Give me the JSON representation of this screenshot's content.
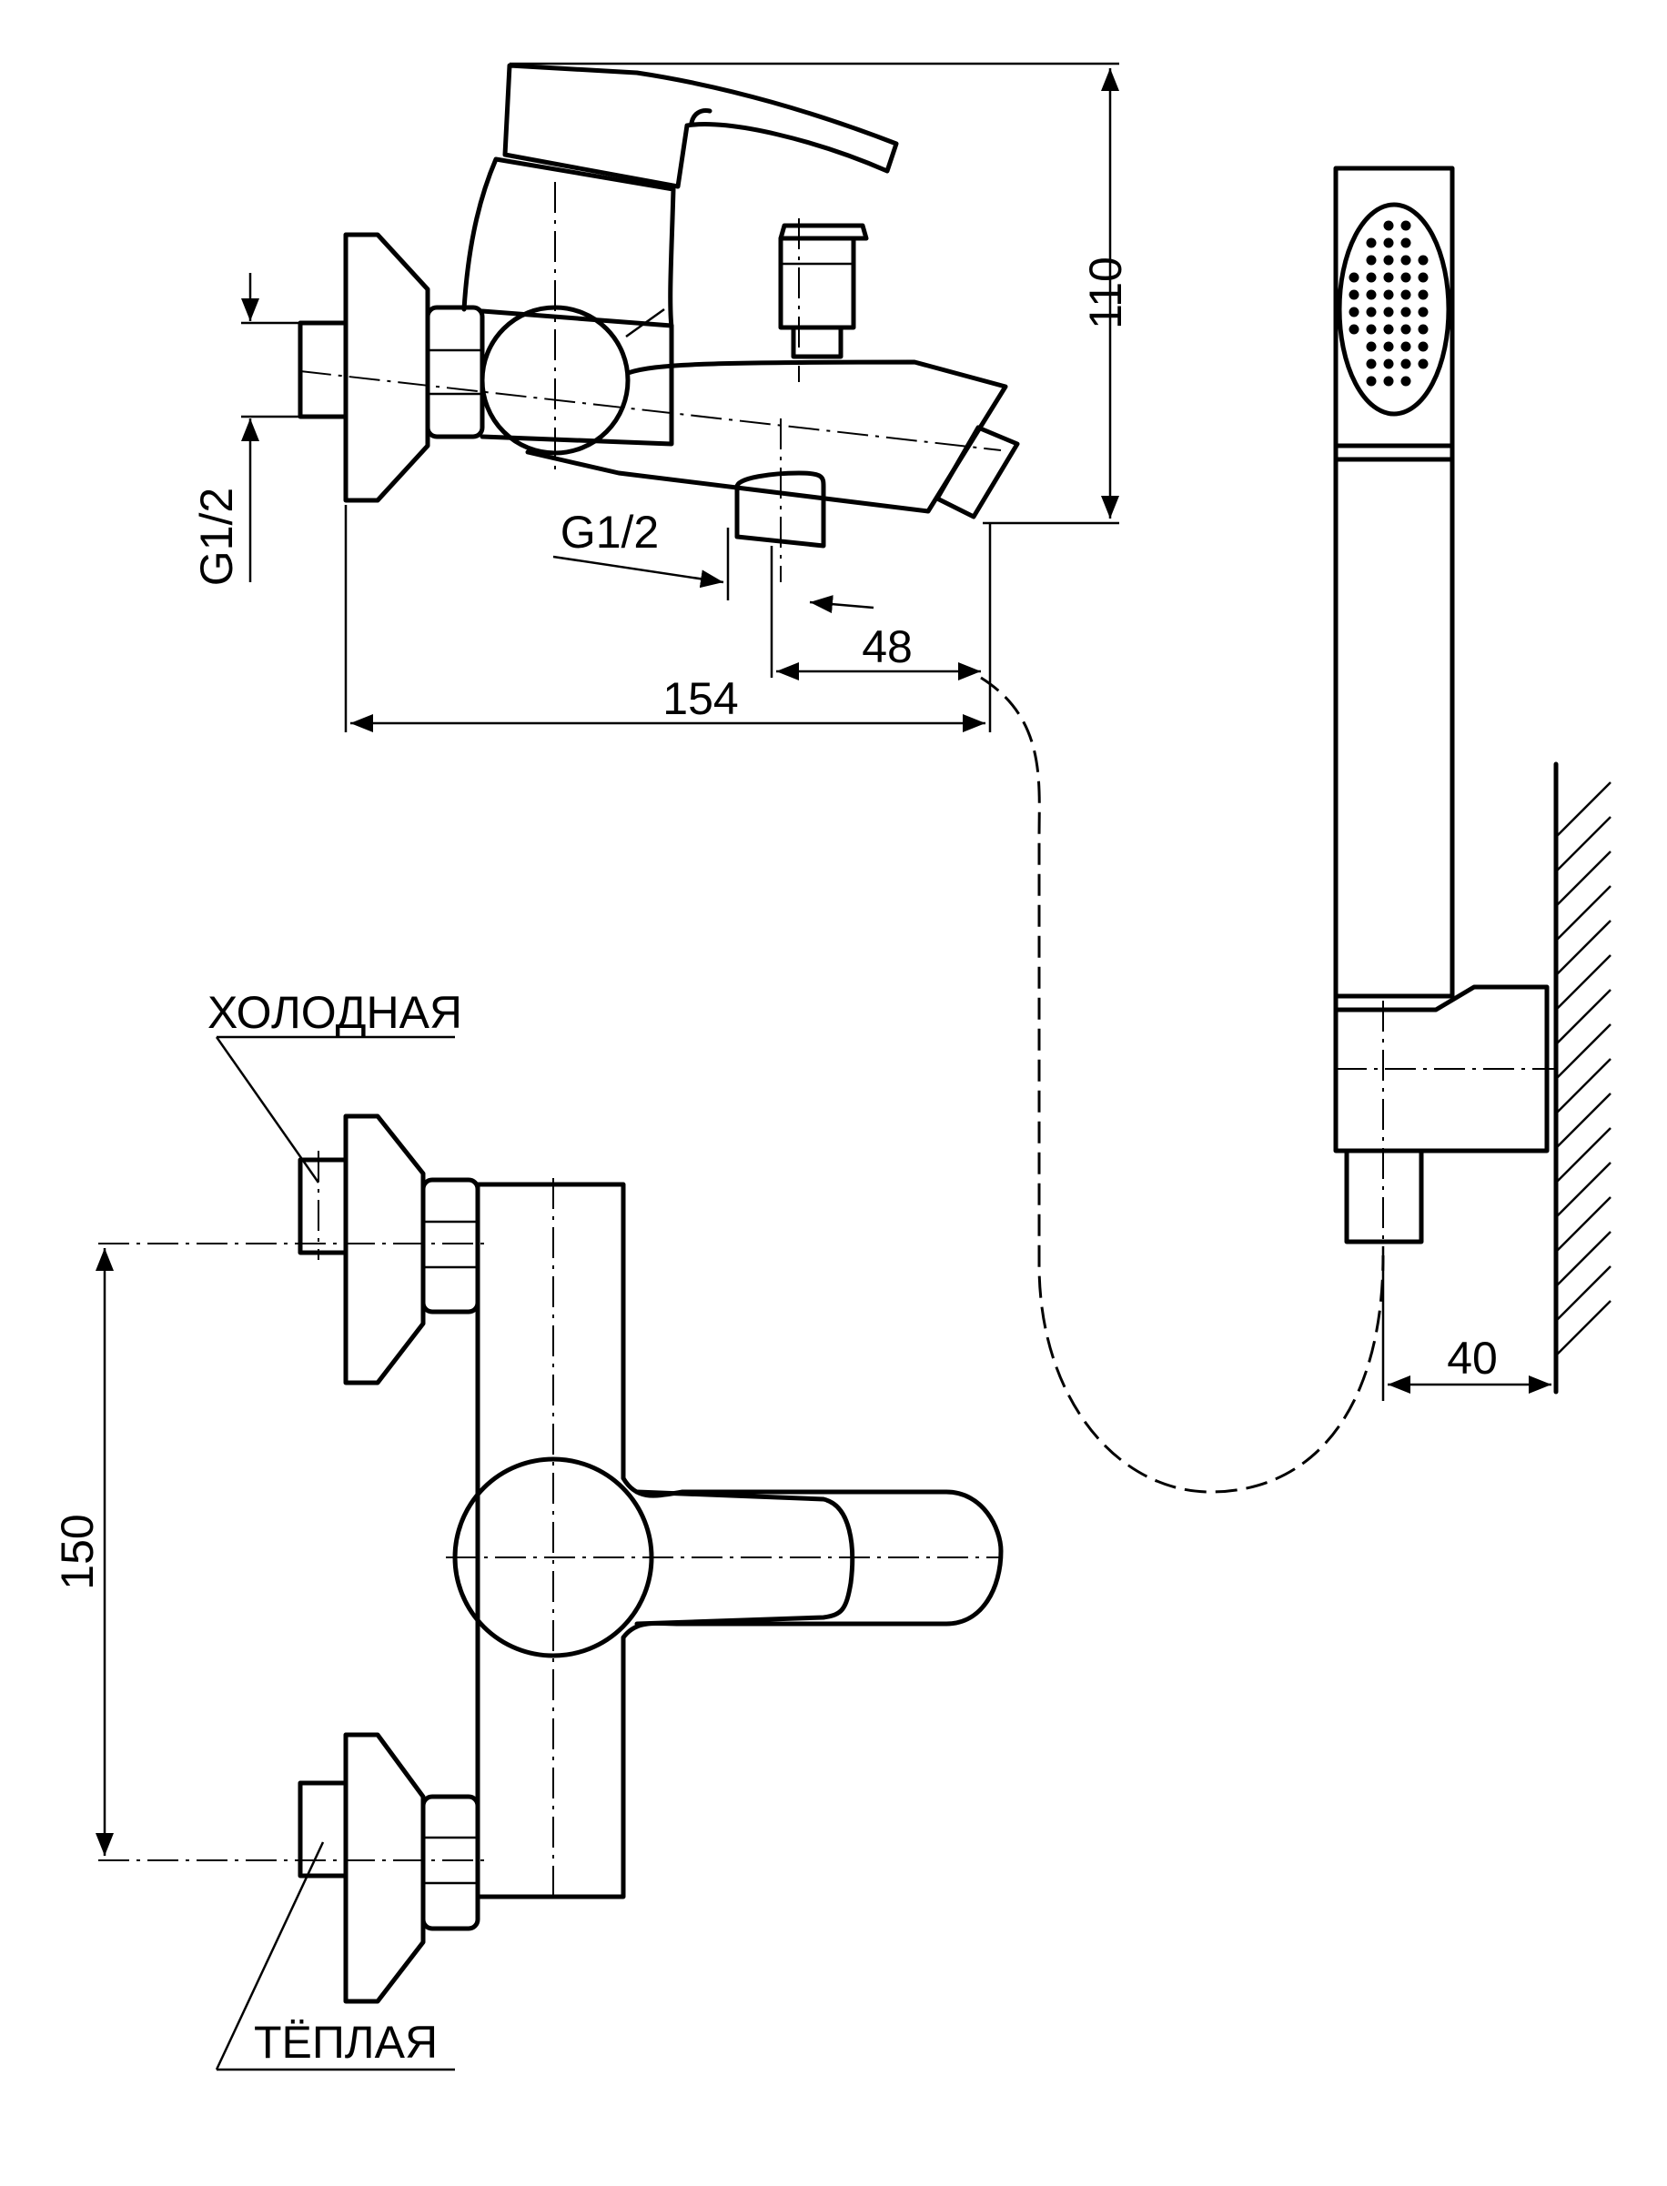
{
  "labels": {
    "cold": "ХОЛОДНАЯ",
    "warm": "ТЁПЛАЯ"
  },
  "dimensions": {
    "height_110": "110",
    "width_154": "154",
    "spout_48": "48",
    "thread_left": "G1/2",
    "thread_bottom": "G1/2",
    "center_150": "150",
    "holder_40": "40"
  }
}
